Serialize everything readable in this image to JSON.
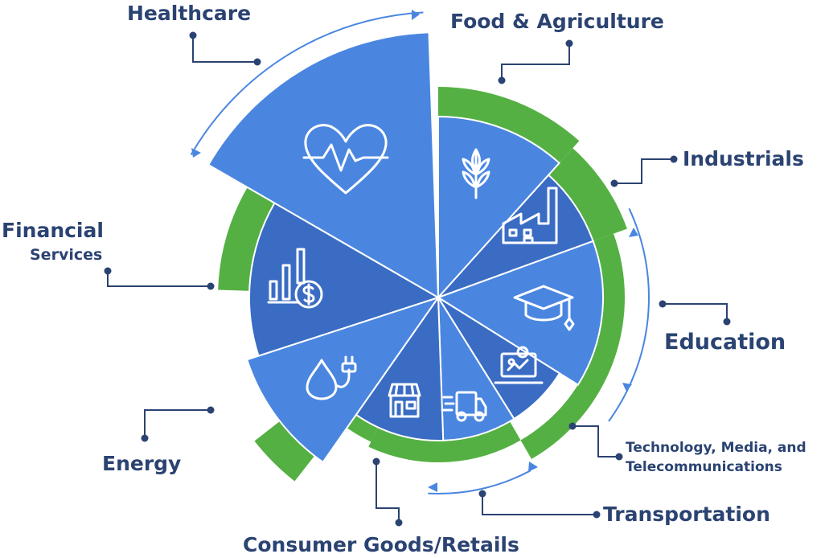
{
  "colors": {
    "segment_light": "#4a86e0",
    "segment_dark": "#3a6cc4",
    "ring_green": "#55b043",
    "label": "#2b4372",
    "arrow": "#4a86e0"
  },
  "sectors": [
    {
      "id": "healthcare",
      "label": "Healthcare",
      "icon": "heart-pulse-icon"
    },
    {
      "id": "food-agriculture",
      "label": "Food & Agriculture",
      "icon": "wheat-icon"
    },
    {
      "id": "industrials",
      "label": "Industrials",
      "icon": "factory-icon"
    },
    {
      "id": "education",
      "label": "Education",
      "icon": "graduation-cap-icon"
    },
    {
      "id": "technology",
      "label_line1": "Technology, Media, and",
      "label_line2": "Telecommunications",
      "icon": "laptop-gear-icon"
    },
    {
      "id": "transportation",
      "label": "Transportation",
      "icon": "delivery-truck-icon"
    },
    {
      "id": "consumer-goods",
      "label": "Consumer Goods/Retails",
      "icon": "storefront-icon"
    },
    {
      "id": "energy",
      "label": "Energy",
      "icon": "drop-plug-icon"
    },
    {
      "id": "financial",
      "label_line1": "Financial",
      "label_line2": "Services",
      "icon": "chart-dollar-icon"
    }
  ]
}
